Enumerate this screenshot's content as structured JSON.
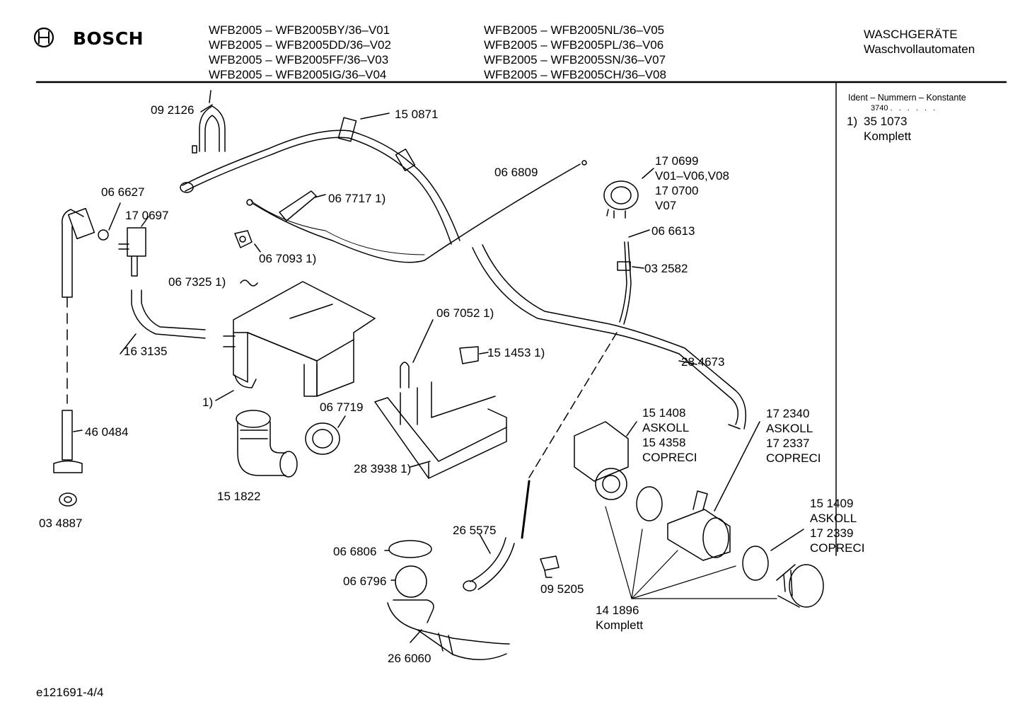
{
  "header": {
    "brand": "BOSCH",
    "models_left": [
      "WFB2005 – WFB2005BY/36–V01",
      "WFB2005 – WFB2005DD/36–V02",
      "WFB2005 – WFB2005FF/36–V03",
      "WFB2005 – WFB2005IG/36–V04"
    ],
    "models_right": [
      "WFB2005 – WFB2005NL/36–V05",
      "WFB2005 – WFB2005PL/36–V06",
      "WFB2005 – WFB2005SN/36–V07",
      "WFB2005 – WFB2005CH/36–V08"
    ],
    "category": "WASCHGERÄTE",
    "subcategory": "Waschvollautomaten"
  },
  "side_panel": {
    "title": "Ident – Nummern – Konstante",
    "constant": "3740",
    "dots": ". . . . . .",
    "note_marker": "1)",
    "note_number": "35 1073",
    "note_text": "Komplett"
  },
  "parts": {
    "p092126": "09 2126",
    "p150871": "15 0871",
    "p066809": "06 6809",
    "p170699": "17 0699",
    "p170699_var": "V01–V06,V08",
    "p170700": "17 0700",
    "p170700_var": "V07",
    "p066627": "06 6627",
    "p170697": "17 0697",
    "p067717": "06 7717 1)",
    "p067093": "06 7093 1)",
    "p066613": "06 6613",
    "p032582": "03 2582",
    "p067325": "06 7325 1)",
    "p163135": "16 3135",
    "p067052": "06 7052 1)",
    "p151453": "15 1453 1)",
    "p284673": "28 4673",
    "p_ref1": "1)",
    "p067719": "06 7719",
    "p460484": "46 0484",
    "p151408": "15 1408",
    "p151408_brand": "ASKOLL",
    "p154358": "15 4358",
    "p154358_brand": "COPRECI",
    "p172340": "17 2340",
    "p172340_brand": "ASKOLL",
    "p172337": "17 2337",
    "p172337_brand": "COPRECI",
    "p283938": "28 3938 1)",
    "p151822": "15 1822",
    "p034887": "03 4887",
    "p151409": "15 1409",
    "p151409_brand": "ASKOLL",
    "p172339": "17 2339",
    "p172339_brand": "COPRECI",
    "p265575": "26 5575",
    "p066806": "06 6806",
    "p066796": "06 6796",
    "p095205": "09 5205",
    "p141896": "14 1896",
    "p141896_note": "Komplett",
    "p266060": "26 6060"
  },
  "footer": {
    "doc_id": "e121691-4/4"
  }
}
